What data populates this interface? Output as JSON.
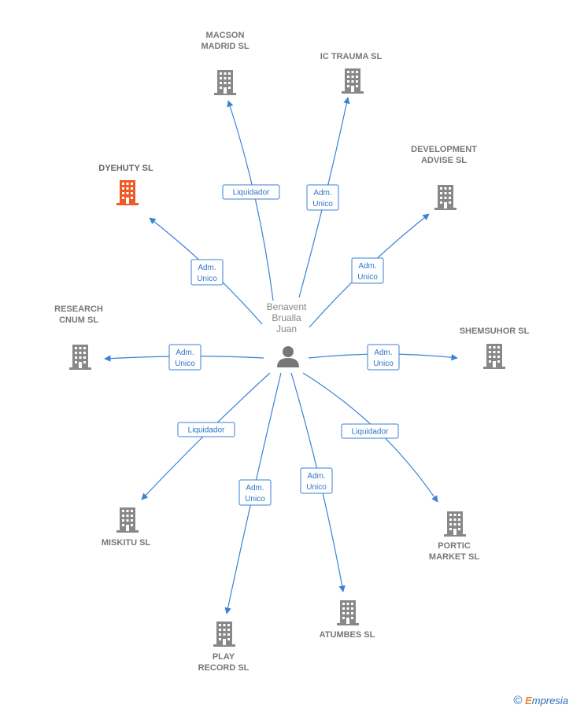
{
  "colors": {
    "edge": "#3b82d6",
    "building": "#888888",
    "highlight": "#f05a28",
    "person": "#777777"
  },
  "center": {
    "lines": [
      "Benavent",
      "Brualla",
      "Juan"
    ],
    "icon": "person-icon"
  },
  "nodes": [
    {
      "id": "macson",
      "lines": [
        "MACSON",
        "MADRID SL"
      ],
      "role": [
        "Liquidador"
      ],
      "icon": "building-icon"
    },
    {
      "id": "ictrauma",
      "lines": [
        "IC TRAUMA  SL"
      ],
      "role": [
        "Adm.",
        "Unico"
      ],
      "icon": "building-icon"
    },
    {
      "id": "development",
      "lines": [
        "DEVELOPMENT",
        "ADVISE  SL"
      ],
      "role": [
        "Adm.",
        "Unico"
      ],
      "icon": "building-icon"
    },
    {
      "id": "dyehuty",
      "lines": [
        "DYEHUTY  SL"
      ],
      "role": [
        "Adm.",
        "Unico"
      ],
      "icon": "building-icon",
      "highlight": true
    },
    {
      "id": "research",
      "lines": [
        "RESEARCH",
        "CNUM  SL"
      ],
      "role": [
        "Adm.",
        "Unico"
      ],
      "icon": "building-icon"
    },
    {
      "id": "shemsuhor",
      "lines": [
        "SHEMSUHOR SL"
      ],
      "role": [
        "Adm.",
        "Unico"
      ],
      "icon": "building-icon"
    },
    {
      "id": "miskitu",
      "lines": [
        "MISKITU SL"
      ],
      "role": [
        "Liquidador"
      ],
      "icon": "building-icon"
    },
    {
      "id": "portic",
      "lines": [
        "PORTIC",
        "MARKET  SL"
      ],
      "role": [
        "Liquidador"
      ],
      "icon": "building-icon"
    },
    {
      "id": "play",
      "lines": [
        "PLAY",
        "RECORD SL"
      ],
      "role": [
        "Adm.",
        "Unico"
      ],
      "icon": "building-icon"
    },
    {
      "id": "atumbes",
      "lines": [
        "ATUMBES SL"
      ],
      "role": [
        "Adm.",
        "Unico"
      ],
      "icon": "building-icon"
    }
  ],
  "watermark": {
    "copyright": "©",
    "brand_first": "E",
    "brand_rest": "mpresia"
  }
}
